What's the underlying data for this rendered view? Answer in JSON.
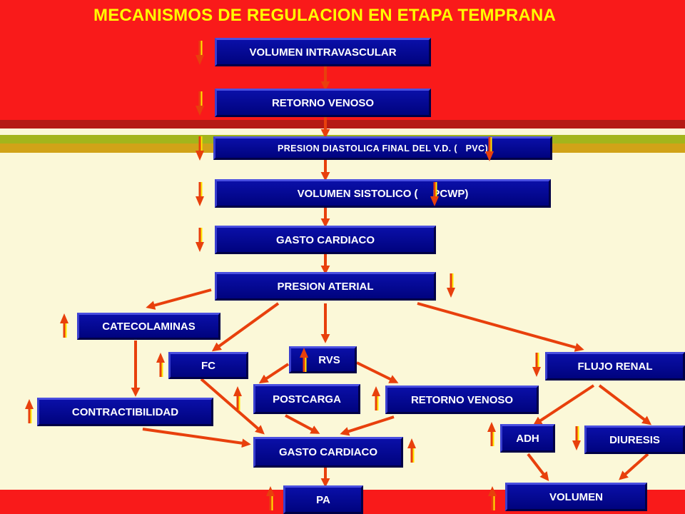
{
  "title": "MECANISMOS DE REGULACION EN ETAPA TEMPRANA",
  "boxes": {
    "volumen_intravascular": "VOLUMEN INTRAVASCULAR",
    "retorno_venoso_top": "RETORNO VENOSO",
    "presion_diastolica": "PRESION DIASTOLICA FINAL DEL V.D. (   PVC)",
    "volumen_sistolico": "VOLUMEN SISTOLICO (     PCWP)",
    "gasto_cardiaco_top": "GASTO CARDIACO",
    "presion_aterial": "PRESION ATERIAL",
    "catecolaminas": "CATECOLAMINAS",
    "fc": "FC",
    "rvs": "RVS",
    "flujo_renal": "FLUJO RENAL",
    "postcarga": "POSTCARGA",
    "retorno_venoso_bottom": "RETORNO VENOSO",
    "contractibilidad": "CONTRACTIBILIDAD",
    "adh": "ADH",
    "diuresis": "DIURESIS",
    "gasto_cardiaco_bottom": "GASTO CARDIACO",
    "pa": "PA",
    "volumen": "VOLUMEN"
  },
  "colors": {
    "background": "#fbf8d8",
    "band_red": "#f91a1a",
    "box_blue": "#05088f",
    "title_yellow": "#ffff00",
    "arrow_red": "#e8400c",
    "indicator_yellow": "#ffe800"
  },
  "indicators": {
    "down": [
      "volumen-intravascular",
      "retorno-venoso",
      "presion-diastolica",
      "pvc",
      "volumen-sistolico",
      "pcwp",
      "gasto-cardiaco",
      "presion-aterial",
      "flujo-renal",
      "diuresis"
    ],
    "up": [
      "catecolaminas",
      "fc",
      "rvs",
      "postcarga",
      "contractibilidad",
      "adh",
      "gasto-cardiaco-final",
      "pa",
      "volumen"
    ]
  }
}
